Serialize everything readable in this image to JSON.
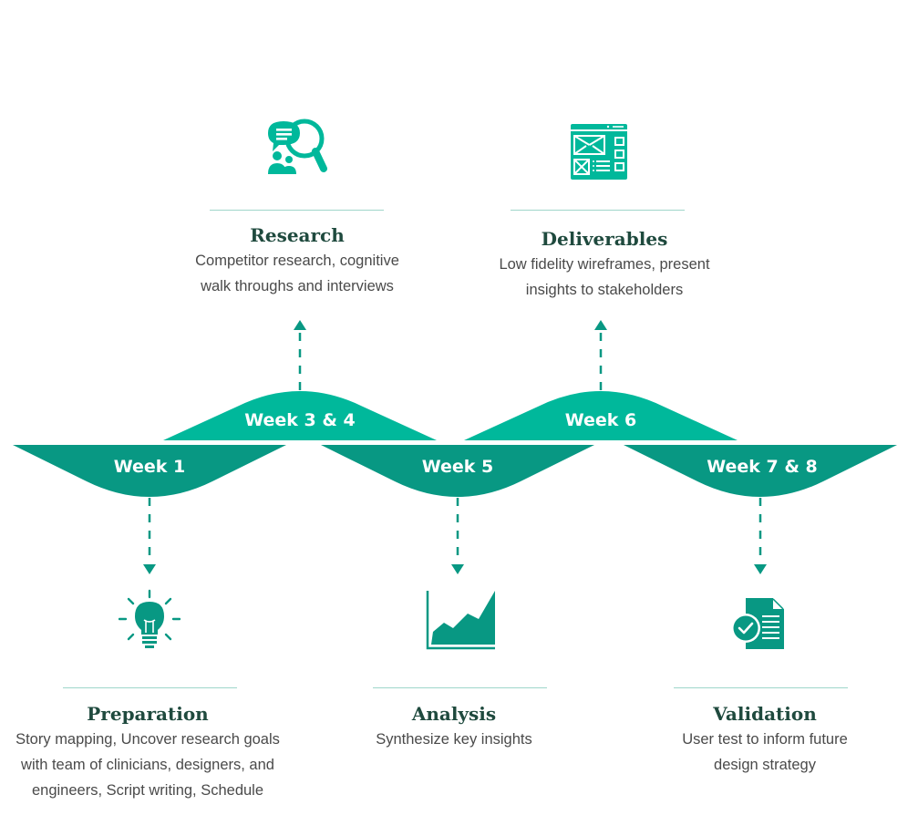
{
  "colors": {
    "dark_teal": "#089883",
    "light_teal": "#00b89b",
    "heading": "#1f4a3e",
    "body_text": "#4a4a4a",
    "rule": "#9fd6ca"
  },
  "timeline": {
    "week1": "Week 1",
    "week34": "Week 3 & 4",
    "week5": "Week 5",
    "week6": "Week 6",
    "week78": "Week 7 & 8"
  },
  "phases": {
    "research": {
      "icon": "research-magnifier-chat-icon",
      "title": "Research",
      "description": "Competitor research, cognitive\nwalk throughs and interviews"
    },
    "deliverables": {
      "icon": "wireframe-icon",
      "title": "Deliverables",
      "description": "Low fidelity wireframes, present\ninsights to stakeholders"
    },
    "preparation": {
      "icon": "lightbulb-icon",
      "title": "Preparation",
      "description": "Story mapping, Uncover research goals\nwith team of clinicians, designers, and\nengineers, Script writing, Schedule"
    },
    "analysis": {
      "icon": "area-chart-icon",
      "title": "Analysis",
      "description": "Synthesize key insights"
    },
    "validation": {
      "icon": "validated-document-icon",
      "title": "Validation",
      "description": "User test to inform future\ndesign strategy"
    }
  }
}
